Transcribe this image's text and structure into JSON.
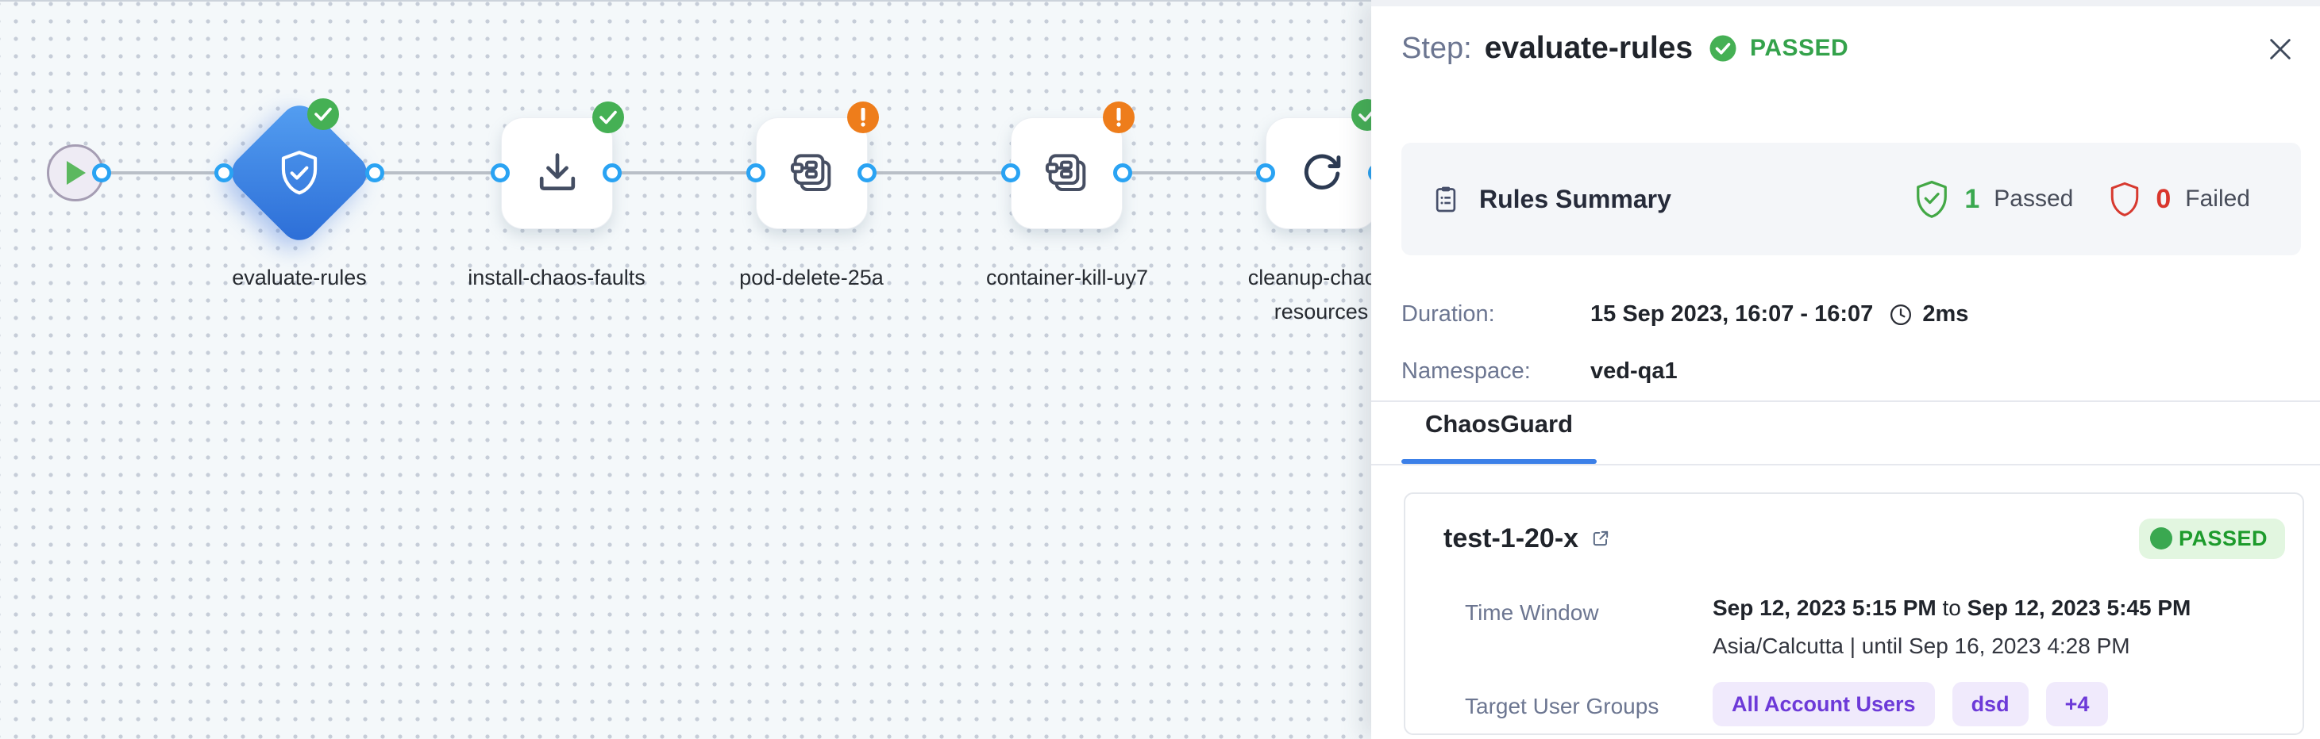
{
  "canvas": {
    "nodes": [
      {
        "name": "start",
        "icon": "play-icon"
      },
      {
        "name": "evaluate-rules",
        "label": "evaluate-rules",
        "status": "passed",
        "icon": "shield-check-icon"
      },
      {
        "name": "install-chaos-faults",
        "label": "install-chaos-faults",
        "status": "passed",
        "icon": "download-icon"
      },
      {
        "name": "pod-delete-25a",
        "label": "pod-delete-25a",
        "status": "warning",
        "icon": "chaos-fault-icon"
      },
      {
        "name": "container-kill-uy7",
        "label": "container-kill-uy7",
        "status": "warning",
        "icon": "chaos-fault-icon"
      },
      {
        "name": "cleanup-chaos-resources",
        "label": "cleanup-chaos-resources",
        "status": "passed",
        "icon": "refresh-icon"
      }
    ]
  },
  "panel": {
    "header": {
      "step_label": "Step:",
      "step_name": "evaluate-rules",
      "status": "PASSED"
    },
    "rules_summary": {
      "title": "Rules Summary",
      "passed_count": "1",
      "passed_label": "Passed",
      "failed_count": "0",
      "failed_label": "Failed"
    },
    "details": {
      "duration_label": "Duration:",
      "duration_value": "15 Sep 2023, 16:07 - 16:07",
      "duration_elapsed": "2ms",
      "namespace_label": "Namespace:",
      "namespace_value": "ved-qa1"
    },
    "tab": "ChaosGuard",
    "card": {
      "name": "test-1-20-x",
      "status": "PASSED",
      "time_window_label": "Time Window",
      "time_from": "Sep 12, 2023 5:15 PM",
      "time_to_word": "to",
      "time_to": "Sep 12, 2023 5:45 PM",
      "timezone_line": "Asia/Calcutta | until Sep 16, 2023 4:28 PM",
      "groups_label": "Target User Groups",
      "groups": [
        "All Account Users",
        "dsd",
        "+4"
      ]
    }
  },
  "colors": {
    "passed_green": "#3aa850",
    "failed_red": "#d9362d",
    "warning_orange": "#ee7d1b",
    "port_blue": "#2aa3f3",
    "tab_accent_blue": "#3c80e8",
    "node_blue_gradient": [
      "#55a0f2",
      "#2b6cd6"
    ],
    "pill_purple": "#6d3ad8"
  },
  "icons": [
    "play-icon",
    "shield-check-icon",
    "download-icon",
    "chaos-fault-icon",
    "refresh-icon",
    "check-badge-icon",
    "warning-badge-icon",
    "clipboard-icon",
    "shield-passed-icon",
    "shield-failed-icon",
    "clock-icon",
    "external-link-icon",
    "close-icon"
  ]
}
